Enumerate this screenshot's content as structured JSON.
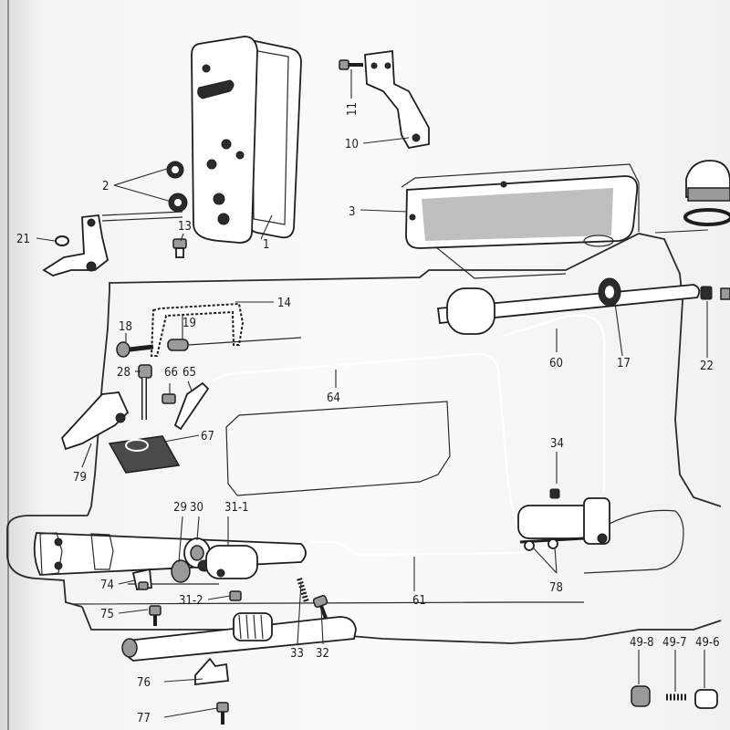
{
  "callouts": [
    {
      "id": "c-1",
      "text": "1"
    },
    {
      "id": "c-2",
      "text": "2"
    },
    {
      "id": "c-3",
      "text": "3"
    },
    {
      "id": "c-10",
      "text": "10"
    },
    {
      "id": "c-11",
      "text": "11"
    },
    {
      "id": "c-13",
      "text": "13"
    },
    {
      "id": "c-14",
      "text": "14"
    },
    {
      "id": "c-17",
      "text": "17"
    },
    {
      "id": "c-18",
      "text": "18"
    },
    {
      "id": "c-19",
      "text": "19"
    },
    {
      "id": "c-21",
      "text": "21"
    },
    {
      "id": "c-22",
      "text": "22"
    },
    {
      "id": "c-28",
      "text": "28"
    },
    {
      "id": "c-29",
      "text": "29"
    },
    {
      "id": "c-30",
      "text": "30"
    },
    {
      "id": "c-31-1",
      "text": "31-1"
    },
    {
      "id": "c-31-2",
      "text": "31-2"
    },
    {
      "id": "c-32",
      "text": "32"
    },
    {
      "id": "c-33",
      "text": "33"
    },
    {
      "id": "c-34",
      "text": "34"
    },
    {
      "id": "c-49-6",
      "text": "49-6"
    },
    {
      "id": "c-49-7",
      "text": "49-7"
    },
    {
      "id": "c-49-8",
      "text": "49-8"
    },
    {
      "id": "c-60",
      "text": "60"
    },
    {
      "id": "c-61",
      "text": "61"
    },
    {
      "id": "c-64",
      "text": "64"
    },
    {
      "id": "c-65",
      "text": "65"
    },
    {
      "id": "c-66",
      "text": "66"
    },
    {
      "id": "c-67",
      "text": "67"
    },
    {
      "id": "c-74",
      "text": "74"
    },
    {
      "id": "c-75",
      "text": "75"
    },
    {
      "id": "c-76",
      "text": "76"
    },
    {
      "id": "c-77",
      "text": "77"
    },
    {
      "id": "c-78",
      "text": "78"
    },
    {
      "id": "c-79",
      "text": "79"
    }
  ]
}
